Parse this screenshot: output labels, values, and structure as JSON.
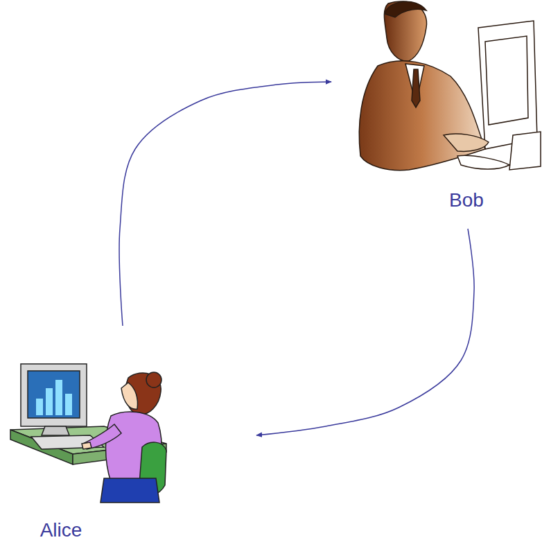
{
  "diagram": {
    "nodes": [
      {
        "text": [
          "Bob"
        ]
      },
      {
        "text": [
          "Alice"
        ]
      }
    ],
    "edges": [
      {
        "from": 1,
        "to": 0,
        "arrow": "to"
      },
      {
        "from": 0,
        "to": 1,
        "arrow": "to"
      }
    ]
  }
}
